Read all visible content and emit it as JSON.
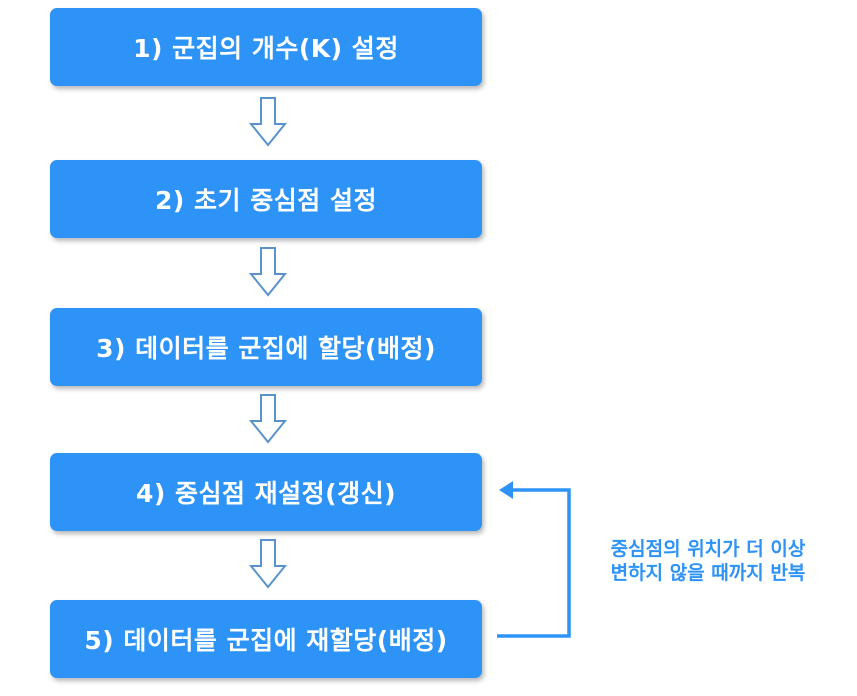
{
  "steps": [
    {
      "label": "1) 군집의 개수(K) 설정"
    },
    {
      "label": "2) 초기 중심점 설정"
    },
    {
      "label": "3) 데이터를 군집에 할당(배정)"
    },
    {
      "label": "4) 중심점 재설정(갱신)"
    },
    {
      "label": "5) 데이터를 군집에 재할당(배정)"
    }
  ],
  "loop_note": {
    "line1": "중심점의 위치가 더 이상",
    "line2": "변하지 않을 때까지 반복"
  },
  "colors": {
    "box_fill": "#2e93f7",
    "box_text": "#ffffff",
    "arrow_outline": "#5a93cc",
    "loop_line": "#2e93f7"
  }
}
